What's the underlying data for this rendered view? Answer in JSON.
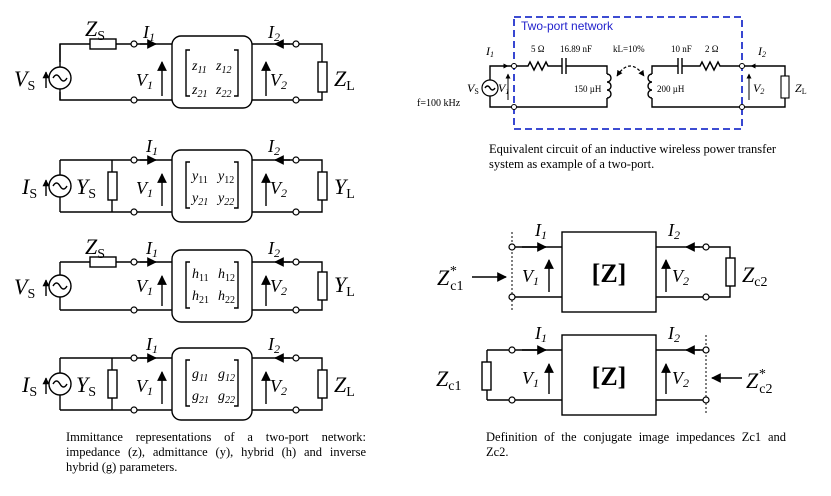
{
  "left": {
    "circuit_z": {
      "source": "V",
      "source_sub": "S",
      "series": "Z",
      "series_sub": "S",
      "load": "Z",
      "load_sub": "L",
      "i1": "I",
      "i1_sub": "1",
      "i2": "I",
      "i2_sub": "2",
      "v1": "V",
      "v1_sub": "1",
      "v2": "V",
      "v2_sub": "2",
      "m11": "z",
      "m11_sub": "11",
      "m12": "z",
      "m12_sub": "12",
      "m21": "z",
      "m21_sub": "21",
      "m22": "z",
      "m22_sub": "22"
    },
    "circuit_y": {
      "source": "I",
      "source_sub": "S",
      "shunt": "Y",
      "shunt_sub": "S",
      "load": "Y",
      "load_sub": "L",
      "i1": "I",
      "i1_sub": "1",
      "i2": "I",
      "i2_sub": "2",
      "v1": "V",
      "v1_sub": "1",
      "v2": "V",
      "v2_sub": "2",
      "m11": "y",
      "m11_sub": "11",
      "m12": "y",
      "m12_sub": "12",
      "m21": "y",
      "m21_sub": "21",
      "m22": "y",
      "m22_sub": "22"
    },
    "circuit_h": {
      "source": "V",
      "source_sub": "S",
      "series": "Z",
      "series_sub": "S",
      "load": "Y",
      "load_sub": "L",
      "i1": "I",
      "i1_sub": "1",
      "i2": "I",
      "i2_sub": "2",
      "v1": "V",
      "v1_sub": "1",
      "v2": "V",
      "v2_sub": "2",
      "m11": "h",
      "m11_sub": "11",
      "m12": "h",
      "m12_sub": "12",
      "m21": "h",
      "m21_sub": "21",
      "m22": "h",
      "m22_sub": "22"
    },
    "circuit_g": {
      "source": "I",
      "source_sub": "S",
      "shunt": "Y",
      "shunt_sub": "S",
      "load": "Z",
      "load_sub": "L",
      "i1": "I",
      "i1_sub": "1",
      "i2": "I",
      "i2_sub": "2",
      "v1": "V",
      "v1_sub": "1",
      "v2": "V",
      "v2_sub": "2",
      "m11": "g",
      "m11_sub": "11",
      "m12": "g",
      "m12_sub": "12",
      "m21": "g",
      "m21_sub": "21",
      "m22": "g",
      "m22_sub": "22"
    },
    "caption": "Immittance representations of a two-port network: impedance (z), admittance (y), hybrid (h) and inverse hybrid (g) parameters."
  },
  "top_right": {
    "network_label": "Two-port network",
    "source": "V",
    "source_sub": "S",
    "freq": "f=100 kHz",
    "v1": "V",
    "v1_sub": "1",
    "i1": "I",
    "i1_sub": "1",
    "r1": "5 Ω",
    "c1": "16.89 nF",
    "l1": "150 µH",
    "coupling": "kL=10%",
    "c2": "10 nF",
    "r2": "2 Ω",
    "l2": "200 µH",
    "i2": "I",
    "i2_sub": "2",
    "v2": "V",
    "v2_sub": "2",
    "load": "Z",
    "load_sub": "L",
    "caption": "Equivalent circuit of an inductive wireless power transfer system as example of a two-port."
  },
  "bottom_right": {
    "top_circuit": {
      "zin": "Z",
      "zin_sup": "*",
      "zin_sub": "c1",
      "block": "[Z]",
      "load": "Z",
      "load_sub": "c2",
      "i1": "I",
      "i1_sub": "1",
      "i2": "I",
      "i2_sub": "2",
      "v1": "V",
      "v1_sub": "1",
      "v2": "V",
      "v2_sub": "2"
    },
    "bottom_circuit": {
      "zin": "Z",
      "zin_sup": "*",
      "zin_sub": "c2",
      "block": "[Z]",
      "load": "Z",
      "load_sub": "c1",
      "i1": "I",
      "i1_sub": "1",
      "i2": "I",
      "i2_sub": "2",
      "v1": "V",
      "v1_sub": "1",
      "v2": "V",
      "v2_sub": "2"
    },
    "caption": "Definition of the conjugate image impedances Zc1 and Zc2."
  }
}
